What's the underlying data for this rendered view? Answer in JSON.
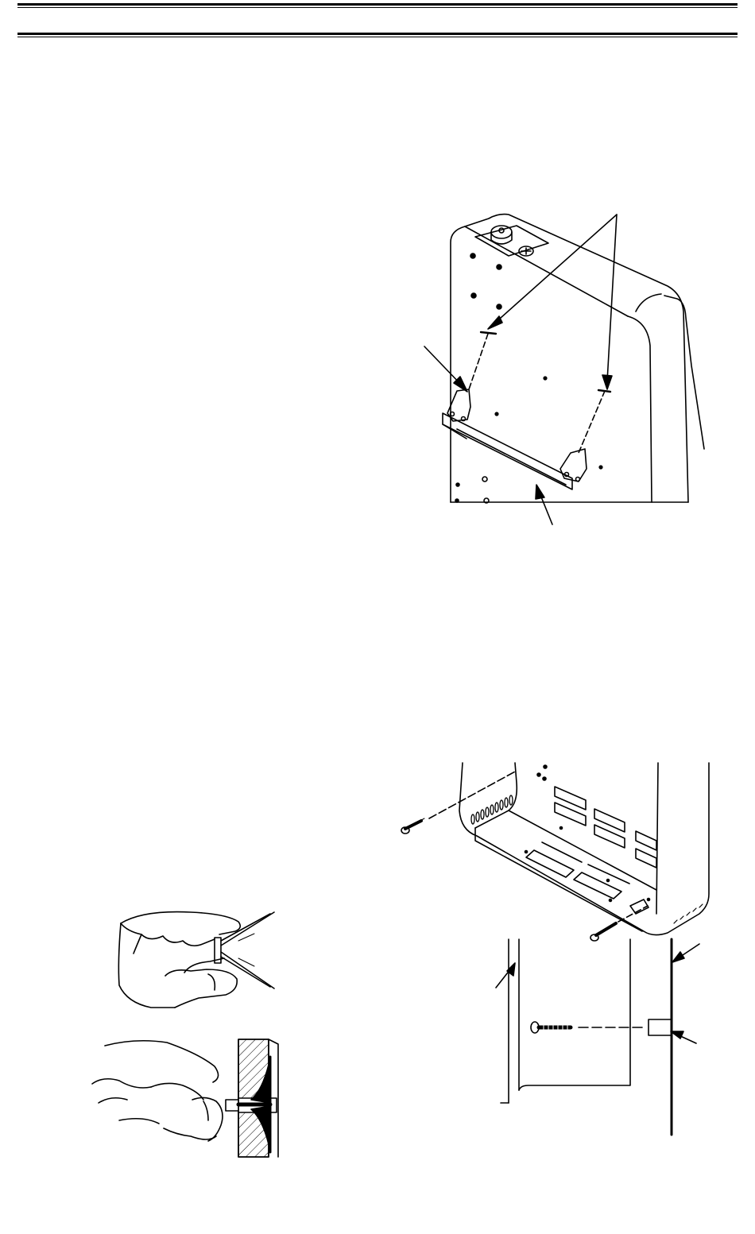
{
  "page": {
    "header_rules": 2
  },
  "figures": [
    {
      "id": "mounting-bracket-figure",
      "description_icon": "heater-back-with-mounting-bracket-icon"
    },
    {
      "id": "base-screw-figure",
      "description_icon": "heater-base-screw-attachment-icon"
    },
    {
      "id": "anchor-squeeze-figure",
      "description_icon": "hand-squeezing-plastic-anchor-icon"
    },
    {
      "id": "anchor-insert-figure",
      "description_icon": "hand-inserting-anchor-into-wall-icon"
    }
  ],
  "colors": {
    "ink": "#000000",
    "paper": "#ffffff"
  }
}
